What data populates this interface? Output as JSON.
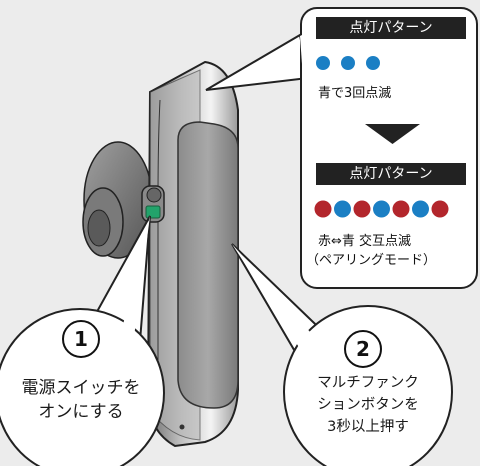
{
  "panel": {
    "pattern_header_1": "点灯パターン",
    "pattern_caption_1": "青で3回点滅",
    "pattern_header_2": "点灯パターン",
    "pattern_caption_2_line1": "赤⇔青 交互点滅",
    "pattern_caption_2_line2": "（ペアリングモード）",
    "blue_dots": [
      "blue",
      "blue",
      "blue"
    ],
    "alternating_dots": [
      "red",
      "blue",
      "red",
      "blue",
      "red",
      "blue",
      "red"
    ]
  },
  "colors": {
    "blue": "#1b7fc4",
    "red": "#b3262c",
    "header_bg": "#222222",
    "led_green": "#22a36b"
  },
  "callout_left": {
    "number": "1",
    "line1": "電源スイッチを",
    "line2": "オンにする"
  },
  "callout_right": {
    "number": "2",
    "line1": "マルチファンク",
    "line2": "ションボタンを",
    "line3": "3秒以上押す"
  }
}
